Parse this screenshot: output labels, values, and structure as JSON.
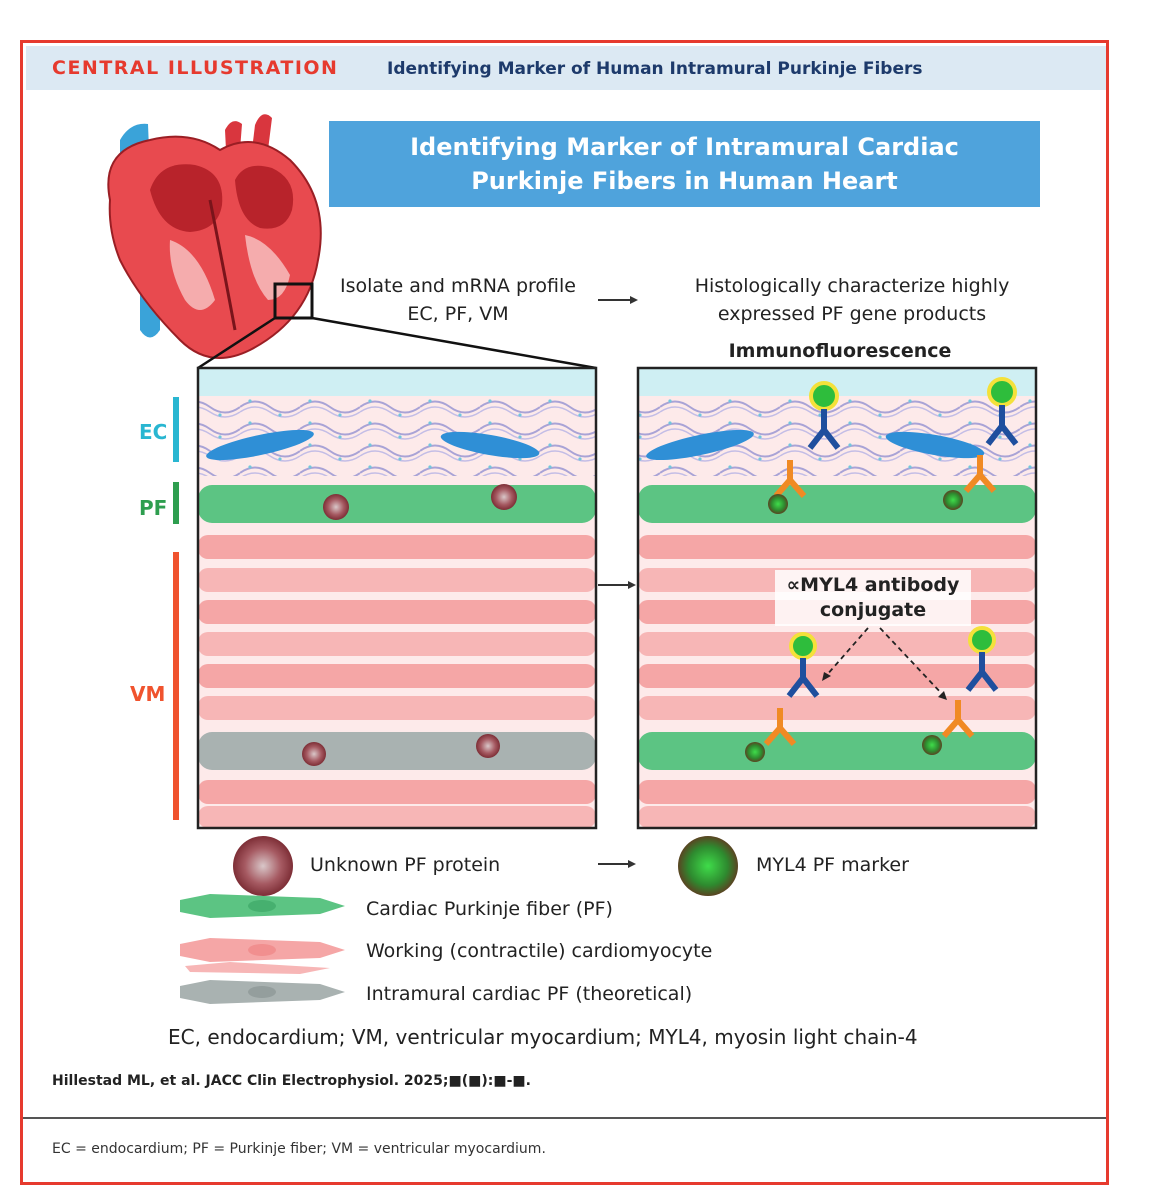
{
  "header": {
    "label": "CENTRAL ILLUSTRATION",
    "title": "Identifying Marker of Human Intramural Purkinje Fibers"
  },
  "main_title": {
    "line1": "Identifying Marker of Intramural Cardiac",
    "line2": "Purkinje Fibers in Human Heart"
  },
  "steps": {
    "step1_line1": "Isolate and mRNA profile",
    "step1_line2": "EC, PF, VM",
    "step2_line1": "Histologically characterize highly",
    "step2_line2": "expressed PF gene products",
    "right_panel_title": "Immunofluorescence"
  },
  "layers": {
    "ec": "EC",
    "pf": "PF",
    "vm": "VM"
  },
  "antibody": {
    "line1": "∝MYL4 antibody",
    "line2": "conjugate"
  },
  "legend": {
    "unknown_protein": "Unknown PF protein",
    "marker": "MYL4 PF marker",
    "pf_fiber": "Cardiac Purkinje fiber (PF)",
    "working": "Working (contractile) cardiomyocyte",
    "intramural": "Intramural cardiac PF (theoretical)"
  },
  "abbreviations": "EC, endocardium; VM, ventricular myocardium; MYL4, myosin light chain-4",
  "citation": "Hillestad ML, et al. JACC Clin Electrophysiol. 2025;■(■):■-■.",
  "footnote": "EC = endocardium; PF = Purkinje fiber; VM = ventricular myocardium.",
  "colors": {
    "frame": "#e63a2e",
    "header_bg": "#dce9f3",
    "title_box": "#4fa3dc",
    "ec": "#29b6d1",
    "pf": "#2e9e4f",
    "vm": "#f0532e",
    "heart": "#d9363e"
  }
}
